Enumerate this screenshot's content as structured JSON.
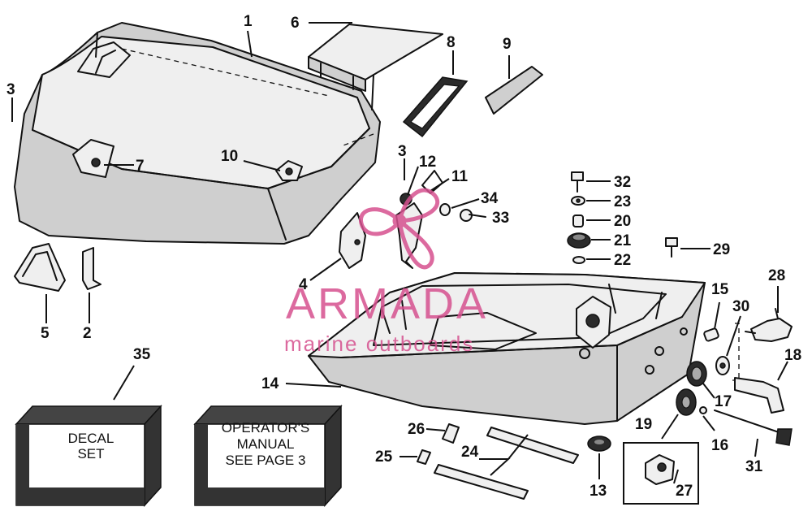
{
  "labels": {
    "n1": "1",
    "n2": "2",
    "n3a": "3",
    "n3b": "3",
    "n4": "4",
    "n5": "5",
    "n6": "6",
    "n7": "7",
    "n8": "8",
    "n9": "9",
    "n10": "10",
    "n11": "11",
    "n12": "12",
    "n13": "13",
    "n14": "14",
    "n15": "15",
    "n16": "16",
    "n17": "17",
    "n18": "18",
    "n19": "19",
    "n20": "20",
    "n21": "21",
    "n22": "22",
    "n23": "23",
    "n24": "24",
    "n25": "25",
    "n26": "26",
    "n27": "27",
    "n28": "28",
    "n29": "29",
    "n30": "30",
    "n31": "31",
    "n32": "32",
    "n33": "33",
    "n34": "34",
    "n35": "35"
  },
  "decal_box": {
    "line1": "DECAL",
    "line2": "SET"
  },
  "manual_box": {
    "line1": "OPERATOR'S",
    "line2": "MANUAL",
    "line3": "SEE PAGE 3"
  },
  "watermark": {
    "brand": "ARMADA",
    "tagline": "marine outboards",
    "color": "#d6518f"
  }
}
